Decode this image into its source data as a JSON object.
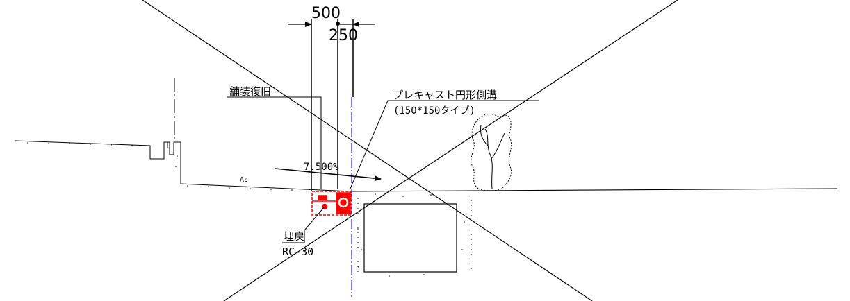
{
  "dimensions": {
    "width_500": "500",
    "width_250": "250"
  },
  "labels": {
    "pavement_restoration": "舗装復旧",
    "precast_gutter": "プレキャスト円形側溝",
    "gutter_type": "(150*150タイプ)",
    "slope": "7.500%",
    "surface": "As",
    "backfill": "埋戻",
    "backfill_material": "RC-30"
  },
  "colors": {
    "line": "#000000",
    "structure": "#ff0000",
    "centerline": "#3333ff"
  }
}
